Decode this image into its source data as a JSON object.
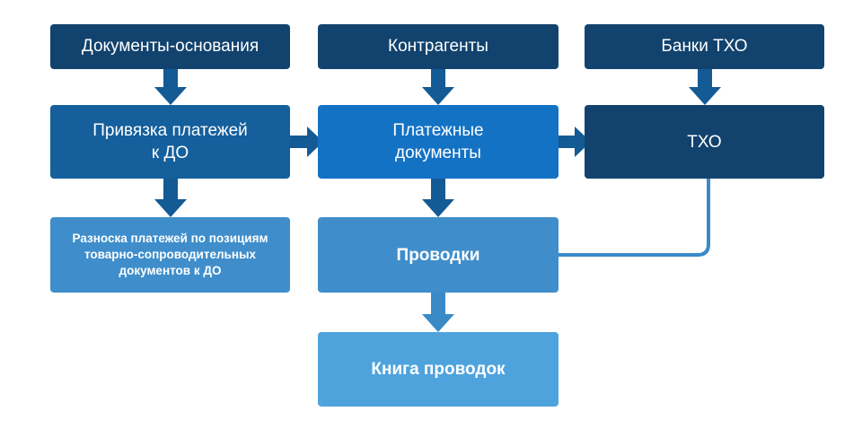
{
  "diagram": {
    "colors": {
      "dark": "#12436e",
      "mid": "#145f9c",
      "bright": "#1472c4",
      "light1": "#3f8ecb",
      "light2": "#4fa3dd",
      "arrow_dark": "#145a94",
      "arrow_light": "#3a8ac8"
    },
    "boxes": {
      "base_docs": "Документы-основания",
      "counterparties": "Контрагенты",
      "banks": "Банки ТХО",
      "link_payments": "Привязка платежей\nк ДО",
      "payment_docs": "Платежные\nдокументы",
      "txo": "ТХО",
      "spread_payments": "Разноска платежей по позициям\nтоварно-сопроводительных\nдокументов к ДО",
      "postings": "Проводки",
      "postings_book": "Книга проводок"
    }
  }
}
